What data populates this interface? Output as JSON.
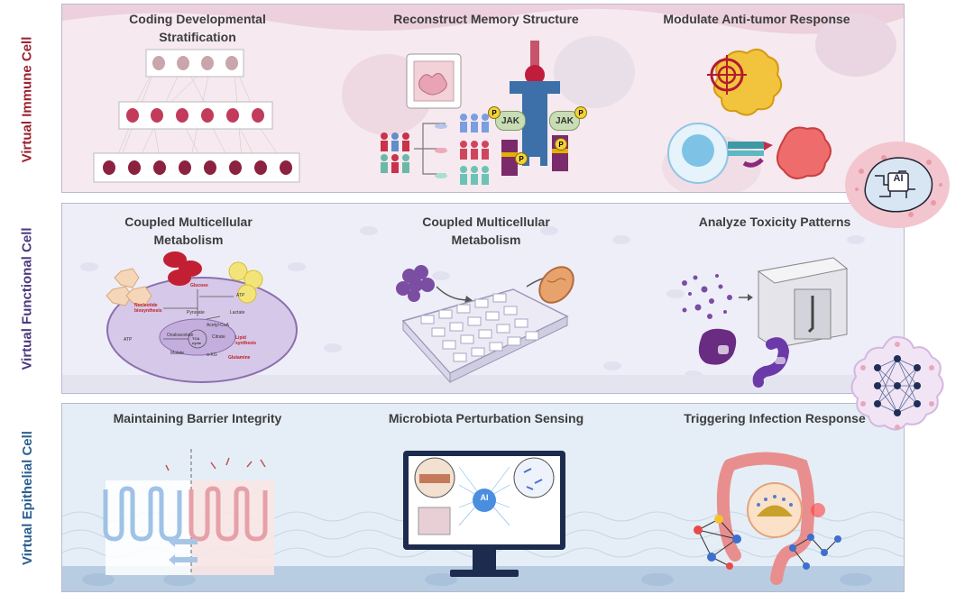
{
  "rows": [
    {
      "label": "Virtual Immune Cell",
      "color": "#9b2230",
      "titles": [
        "Coding Developmental Stratification",
        "Reconstruct Memory Structure",
        "Modulate Anti-tumor Response"
      ]
    },
    {
      "label": "Virtual Functional Cell",
      "color": "#4b3a7e",
      "titles": [
        "Coupled Multicellular Metabolism",
        "Coupled Multicellular Metabolism",
        "Analyze Toxicity Patterns"
      ]
    },
    {
      "label": "Virtual Epithelial Cell",
      "color": "#2d5f8f",
      "titles": [
        "Maintaining Barrier Integrity",
        "Microbiota Perturbation Sensing",
        "Triggering Infection Response"
      ]
    }
  ],
  "badges": {
    "jak": "JAK",
    "p": "P",
    "ai": "AI"
  },
  "metabolism": {
    "glucose": "Glucose",
    "atp": "ATP",
    "nucleotide": "Nucleotide biosynthesis",
    "pyruvate": "Pyruvate",
    "lactate": "Lactate",
    "acetyl": "Acetyl-CoA",
    "oxaloacetate": "Oxaloacetate",
    "citrate": "Citrate",
    "tca": "TCA cycle",
    "lipid": "Lipid synthesis",
    "malate": "Malate",
    "akg": "α-KG",
    "glutamine": "Glutamine"
  },
  "colors": {
    "immune_bg": "#f6e9ef",
    "functional_bg": "#eeeef8",
    "epithelial_bg": "#e5eef6",
    "red": "#c8324a",
    "purple": "#6a3d8f",
    "blue": "#3b7fc4"
  }
}
